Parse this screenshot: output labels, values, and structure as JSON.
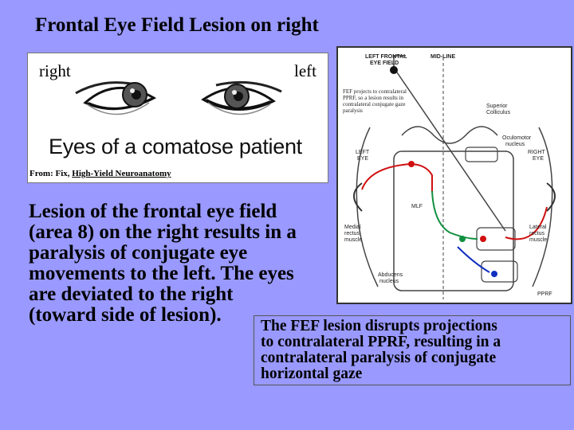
{
  "title": "Frontal Eye Field Lesion on right",
  "eyes_panel": {
    "label_right": "right",
    "label_left": "left",
    "caption": "Eyes of a comatose patient",
    "source_prefix": "From: Fix, ",
    "source_book": "High-Yield Neuroanatomy"
  },
  "pathway": {
    "left_fef": "LEFT FRONTAL",
    "left_fef_2": "EYE FIELD",
    "midline": "MID-LINE",
    "fef_note": [
      "FEF projects to contralateral",
      "PPRF, so a lesion results in",
      "contralateral conjugate gaze",
      "paralysis"
    ],
    "superior": "Superior",
    "colliculus": "Colliculus",
    "oculomotor": "Oculomotor",
    "nucleus": "nucleus",
    "left_eye": "LEFT",
    "left_eye_2": "EYE",
    "right_eye": "RIGHT",
    "right_eye_2": "EYE",
    "mlf": "MLF",
    "medial": "Medial",
    "rectus": "rectus",
    "muscle": "muscle",
    "lateral": "Lateral",
    "rectus_2": "rectus",
    "muscle_2": "muscle",
    "abducens": "Abducens",
    "nucleus_2": "nucleus",
    "pprf": "PPRF"
  },
  "main_text": [
    "Lesion of the frontal eye field",
    "(area 8) on the right results in a",
    "paralysis of conjugate eye",
    "movements to the left. The eyes",
    "are deviated to the right",
    "(toward side of lesion)."
  ],
  "callout": [
    "The FEF lesion disrupts projections",
    "to contralateral PPRF, resulting in a",
    "contralateral paralysis of conjugate",
    "horizontal gaze"
  ]
}
